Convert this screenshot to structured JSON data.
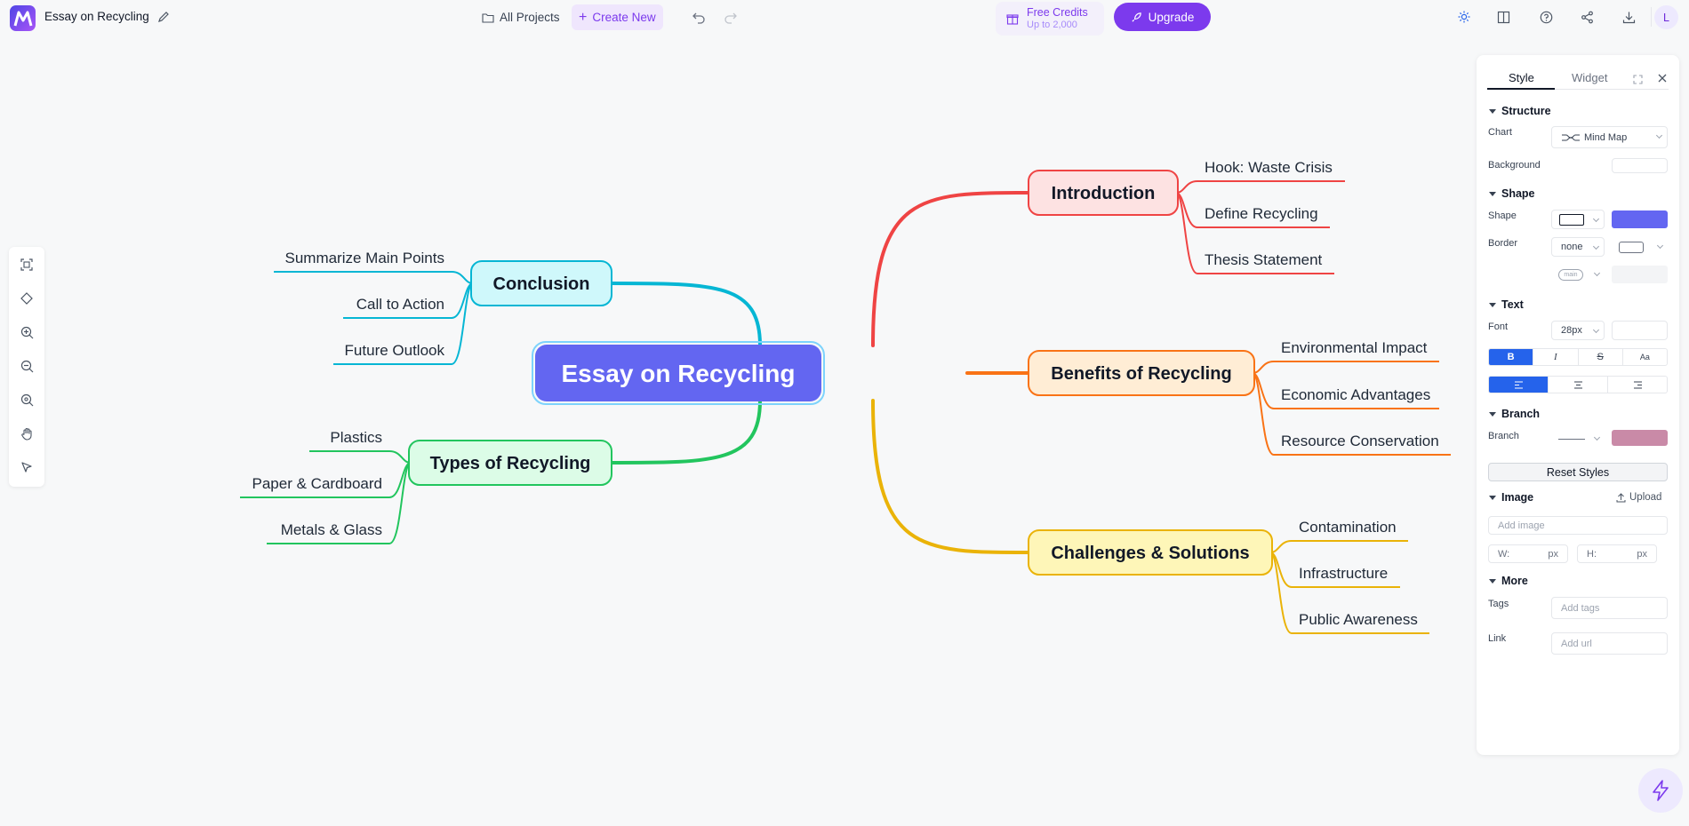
{
  "header": {
    "doc_title": "Essay on Recycling",
    "all_projects": "All Projects",
    "create_new": "Create New",
    "credits_title": "Free Credits",
    "credits_sub": "Up to 2,000",
    "upgrade": "Upgrade",
    "avatar": "L"
  },
  "mindmap": {
    "root": {
      "label": "Essay on Recycling",
      "color": "#6366f1"
    },
    "branches": [
      {
        "id": "introduction",
        "label": "Introduction",
        "color": "#ef4444",
        "fill": "#fde2e2",
        "children": [
          "Hook: Waste Crisis",
          "Define Recycling",
          "Thesis Statement"
        ]
      },
      {
        "id": "benefits",
        "label": "Benefits of Recycling",
        "color": "#f97316",
        "fill": "#ffedd5",
        "children": [
          "Environmental Impact",
          "Economic Advantages",
          "Resource Conservation"
        ]
      },
      {
        "id": "challenges",
        "label": "Challenges & Solutions",
        "color": "#eab308",
        "fill": "#fef6b8",
        "children": [
          "Contamination",
          "Infrastructure",
          "Public Awareness"
        ]
      },
      {
        "id": "conclusion",
        "label": "Conclusion",
        "color": "#06b6d4",
        "fill": "#cff8fb",
        "children": [
          "Summarize Main Points",
          "Call to Action",
          "Future Outlook"
        ]
      },
      {
        "id": "types",
        "label": "Types of Recycling",
        "color": "#22c55e",
        "fill": "#dcfce7",
        "children": [
          "Plastics",
          "Paper & Cardboard",
          "Metals & Glass"
        ]
      }
    ]
  },
  "panel": {
    "tabs": [
      "Style",
      "Widget"
    ],
    "structure": {
      "title": "Structure",
      "chart_label": "Chart",
      "chart_value": "Mind Map",
      "background_label": "Background"
    },
    "shape": {
      "title": "Shape",
      "shape_label": "Shape",
      "shape_color": "#6366f1",
      "border_label": "Border",
      "border_value": "none",
      "size_value": "main"
    },
    "text": {
      "title": "Text",
      "font_label": "Font",
      "font_size": "28px",
      "bold": "B",
      "italic": "I",
      "strike": "S",
      "case": "Aa"
    },
    "branch": {
      "title": "Branch",
      "branch_label": "Branch",
      "branch_color": "#c98aa7"
    },
    "reset": "Reset Styles",
    "image": {
      "title": "Image",
      "upload": "Upload",
      "add_image": "Add image",
      "w_label": "W:",
      "h_label": "H:",
      "unit": "px"
    },
    "more": {
      "title": "More",
      "tags_label": "Tags",
      "tags_placeholder": "Add tags",
      "link_label": "Link",
      "link_placeholder": "Add url"
    }
  }
}
